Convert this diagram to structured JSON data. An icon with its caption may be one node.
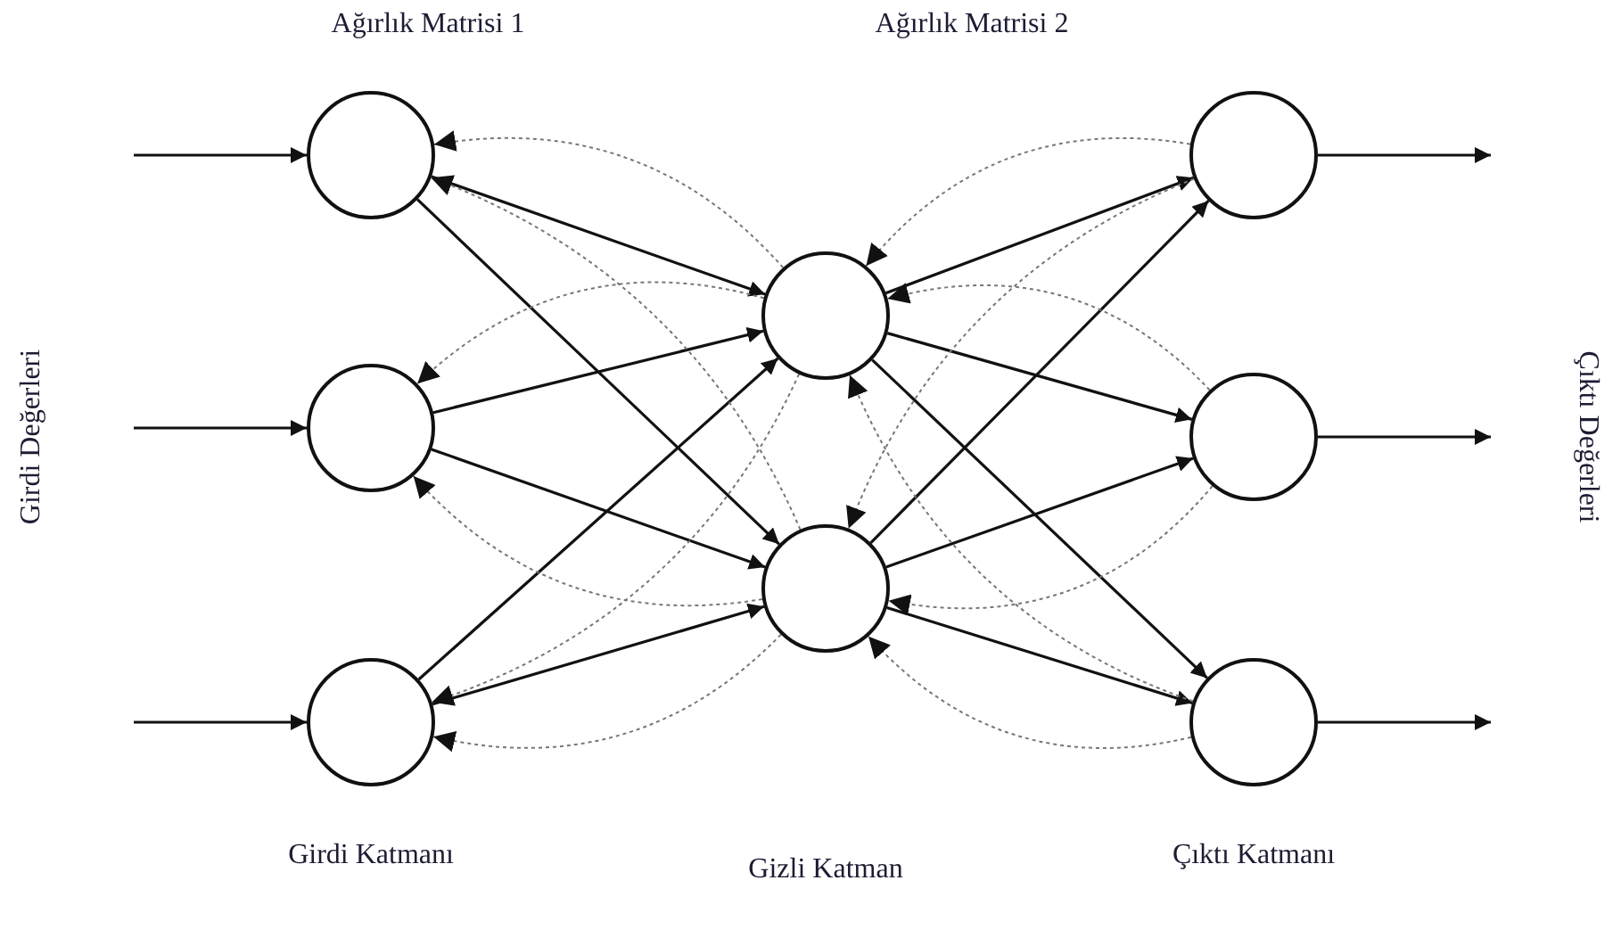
{
  "diagram": {
    "nodes": [
      {
        "text": [],
        "shape": "circle"
      },
      {
        "text": [],
        "shape": "circle"
      },
      {
        "text": [],
        "shape": "circle"
      },
      {
        "text": [],
        "shape": "circle"
      },
      {
        "text": [],
        "shape": "circle"
      },
      {
        "text": [],
        "shape": "circle"
      },
      {
        "text": [],
        "shape": "circle"
      },
      {
        "text": [],
        "shape": "circle"
      }
    ],
    "edges": [
      {
        "from": null,
        "to": 0,
        "arrow": "to"
      },
      {
        "from": null,
        "to": 1,
        "arrow": "to"
      },
      {
        "from": null,
        "to": 2,
        "arrow": "to"
      },
      {
        "from": 0,
        "to": 3,
        "arrow": "to"
      },
      {
        "from": 0,
        "to": 4,
        "arrow": "to"
      },
      {
        "from": 1,
        "to": 3,
        "arrow": "to"
      },
      {
        "from": 1,
        "to": 4,
        "arrow": "to"
      },
      {
        "from": 2,
        "to": 3,
        "arrow": "to"
      },
      {
        "from": 2,
        "to": 4,
        "arrow": "to"
      },
      {
        "from": 3,
        "to": 5,
        "arrow": "to"
      },
      {
        "from": 3,
        "to": 6,
        "arrow": "to"
      },
      {
        "from": 3,
        "to": 7,
        "arrow": "to"
      },
      {
        "from": 4,
        "to": 5,
        "arrow": "to"
      },
      {
        "from": 4,
        "to": 6,
        "arrow": "to"
      },
      {
        "from": 4,
        "to": 7,
        "arrow": "to"
      },
      {
        "from": 3,
        "to": 0,
        "arrow": "to",
        "style": "dashed",
        "color": "#777777"
      },
      {
        "from": 3,
        "to": 1,
        "arrow": "to",
        "style": "dashed",
        "color": "#777777"
      },
      {
        "from": 3,
        "to": 2,
        "arrow": "to",
        "style": "dashed",
        "color": "#777777"
      },
      {
        "from": 4,
        "to": 0,
        "arrow": "to",
        "style": "dashed",
        "color": "#777777"
      },
      {
        "from": 4,
        "to": 1,
        "arrow": "to",
        "style": "dashed",
        "color": "#777777"
      },
      {
        "from": 4,
        "to": 2,
        "arrow": "to",
        "style": "dashed",
        "color": "#777777"
      },
      {
        "from": 5,
        "to": 3,
        "arrow": "to",
        "style": "dashed",
        "color": "#777777"
      },
      {
        "from": 5,
        "to": 4,
        "arrow": "to",
        "style": "dashed",
        "color": "#777777"
      },
      {
        "from": 6,
        "to": 3,
        "arrow": "to",
        "style": "dashed",
        "color": "#777777"
      },
      {
        "from": 6,
        "to": 4,
        "arrow": "to",
        "style": "dashed",
        "color": "#777777"
      },
      {
        "from": 7,
        "to": 3,
        "arrow": "to",
        "style": "dashed",
        "color": "#777777"
      },
      {
        "from": 7,
        "to": 4,
        "arrow": "to",
        "style": "dashed",
        "color": "#777777"
      },
      {
        "from": 5,
        "to": null,
        "arrow": "to"
      },
      {
        "from": 6,
        "to": null,
        "arrow": "to"
      },
      {
        "from": 7,
        "to": null,
        "arrow": "to"
      }
    ],
    "labels": [
      "Ağırlık Matrisi 1",
      "Ağırlık Matrisi 2",
      "Girdi Değerleri",
      "Çıktı Değerleri",
      "Girdi Katmanı",
      "Gizli Katman",
      "Çıktı Katmanı"
    ]
  }
}
